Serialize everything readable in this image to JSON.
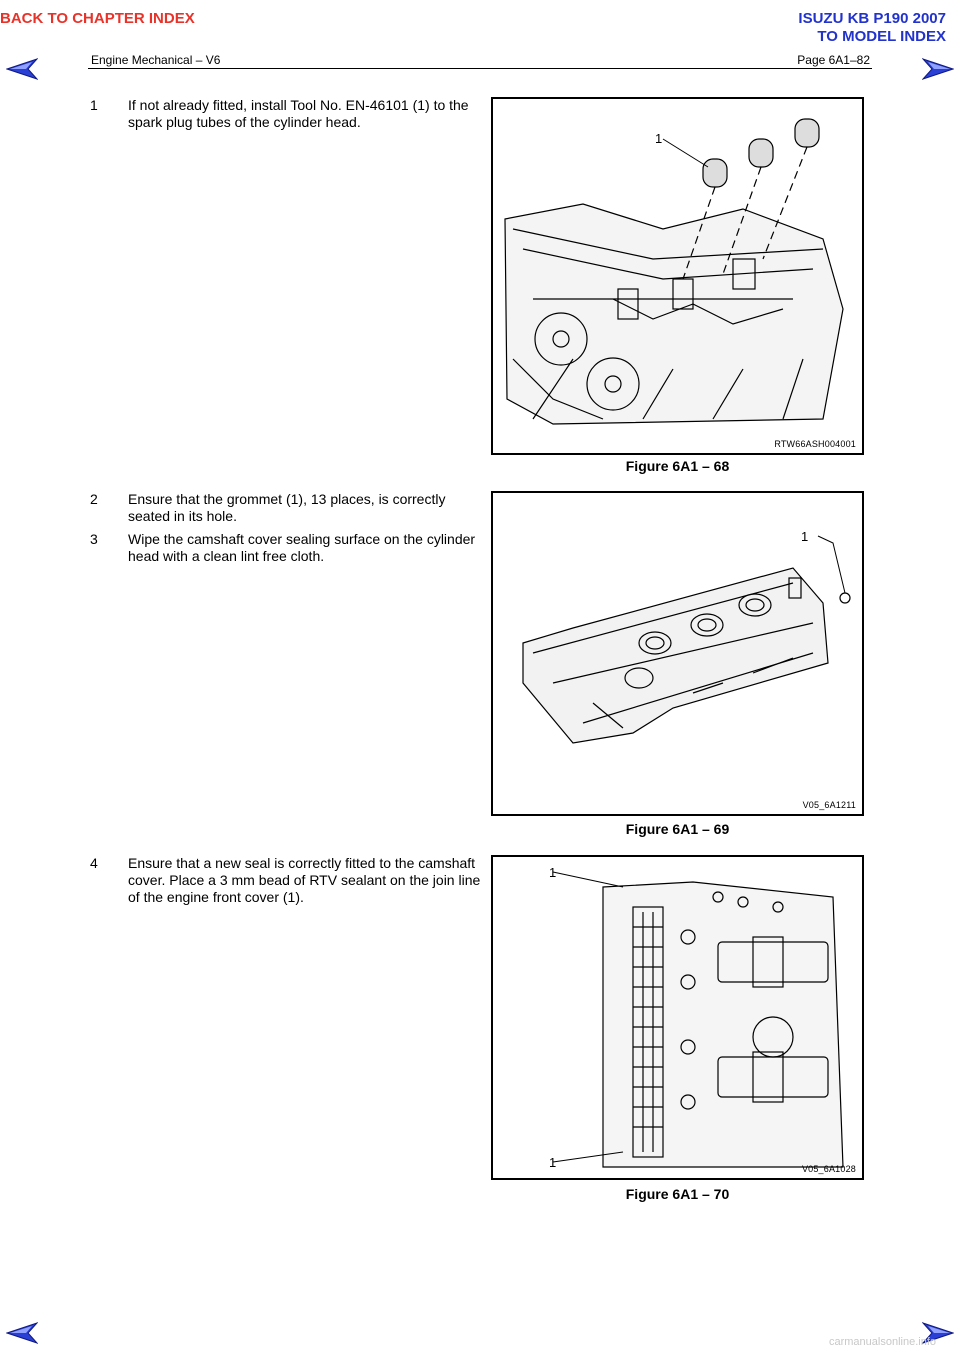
{
  "nav": {
    "back_chapter": "BACK TO CHAPTER INDEX",
    "model_line1": "ISUZU KB P190 2007",
    "model_line2": "TO MODEL INDEX"
  },
  "header": {
    "section": "Engine Mechanical – V6",
    "page": "Page 6A1–82"
  },
  "steps": [
    {
      "num": "1",
      "text": "If not already fitted, install Tool No. EN-46101 (1) to the spark plug tubes of the cylinder head."
    },
    {
      "num": "2",
      "text": "Ensure that the grommet (1), 13 places, is correctly seated in its hole."
    },
    {
      "num": "3",
      "text": "Wipe the camshaft cover sealing surface on the cylinder head with a clean lint free cloth."
    },
    {
      "num": "4",
      "text": "Ensure that a new seal is correctly fitted to the camshaft cover. Place a 3 mm bead of RTV sealant on the join line of the engine front cover (1)."
    }
  ],
  "figures": [
    {
      "id": "RTW66ASH004001",
      "caption": "Figure 6A1 – 68",
      "callouts": [
        "1"
      ]
    },
    {
      "id": "V05_6A1211",
      "caption": "Figure 6A1 – 69",
      "callouts": [
        "1"
      ]
    },
    {
      "id": "V05_6A1028",
      "caption": "Figure 6A1 – 70",
      "callouts": [
        "1",
        "1"
      ]
    }
  ],
  "footer": {
    "watermark": "carmanualsonline.info"
  },
  "colors": {
    "nav_red": "#e8332a",
    "nav_blue": "#2233cc",
    "arrow_blue": "#2a3fd6"
  },
  "icons": {
    "prev": "prev-page-arrow-icon",
    "next": "next-page-arrow-icon"
  }
}
